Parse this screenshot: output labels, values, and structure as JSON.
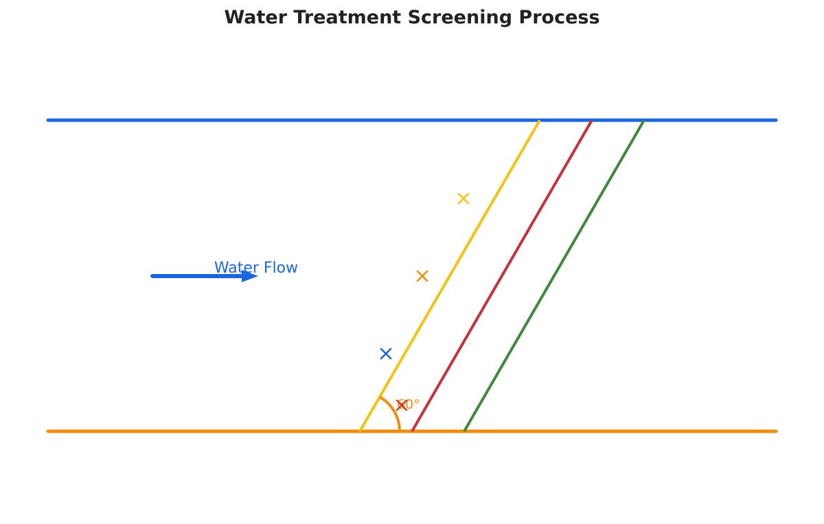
{
  "title": "Water Treatment Screening Process",
  "flow_label": "Water Flow",
  "angle_label": "60°",
  "colors": {
    "top_boundary": "#1a66e0",
    "bottom_boundary": "#f28c0f",
    "screen_yellow": "#f2c40f",
    "screen_red": "#c9303a",
    "screen_green": "#3f8a3a",
    "flow_arrow": "#1a66e0",
    "marker_yellow": "#f2c40f",
    "marker_orange": "#f28c0f",
    "marker_blue": "#1a66e0",
    "marker_red": "#d03b1e",
    "angle_arc": "#f28c0f"
  },
  "screen_angle_degrees": 60
}
